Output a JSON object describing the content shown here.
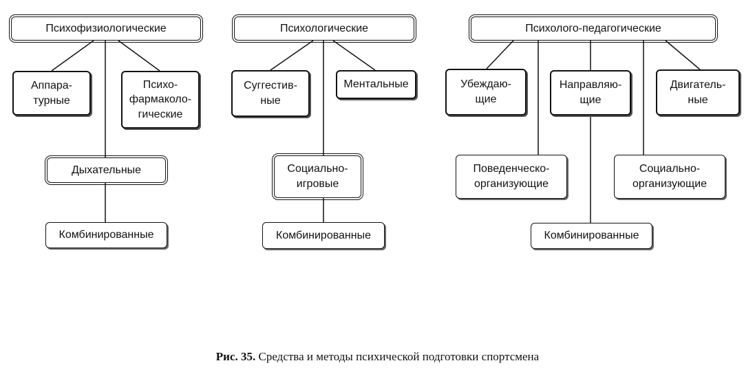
{
  "groups": [
    {
      "title": "Психофизиологические",
      "items": [
        "Аппара-\nтурные",
        "Психо-\nфармаколо-\nгические",
        "Дыхательные",
        "Комбинированные"
      ]
    },
    {
      "title": "Психологические",
      "items": [
        "Суггестив-\nные",
        "Ментальные",
        "Социально-\nигровые",
        "Комбинированные"
      ]
    },
    {
      "title": "Психолого-педагогические",
      "items": [
        "Убеждаю-\nщие",
        "Направляю-\nщие",
        "Двигатель-\nные",
        "Поведенческо-\nорганизующие",
        "Социально-\nорганизующие",
        "Комбинированные"
      ]
    }
  ],
  "caption": {
    "label": "Рис. 35.",
    "text": "Средства и методы психической подготовки спортсмена"
  },
  "colors": {
    "line": "#111111",
    "background": "#ffffff"
  }
}
